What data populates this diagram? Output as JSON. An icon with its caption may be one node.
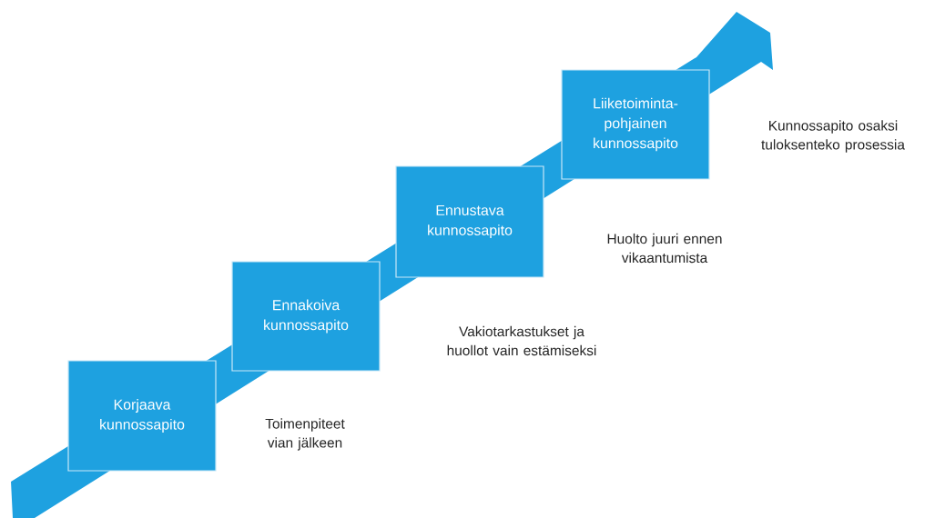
{
  "diagram": {
    "nodes": [
      {
        "text": [
          "Korjaava kunnossapito"
        ]
      },
      {
        "text": [
          "Ennakoiva kunnossapito"
        ]
      },
      {
        "text": [
          "Ennustava kunnossapito"
        ]
      },
      {
        "text": [
          "Liiketoiminta-pohjainen kunnossapito"
        ]
      }
    ],
    "labels": [
      "Kunnossapito osaksi tuloksenteko prosessia",
      "Huolto juuri ennen vikaantumista",
      "Vakiotarkastukset ja huollot vain estämiseksi",
      "Toimenpiteet vian jälkeen"
    ]
  }
}
